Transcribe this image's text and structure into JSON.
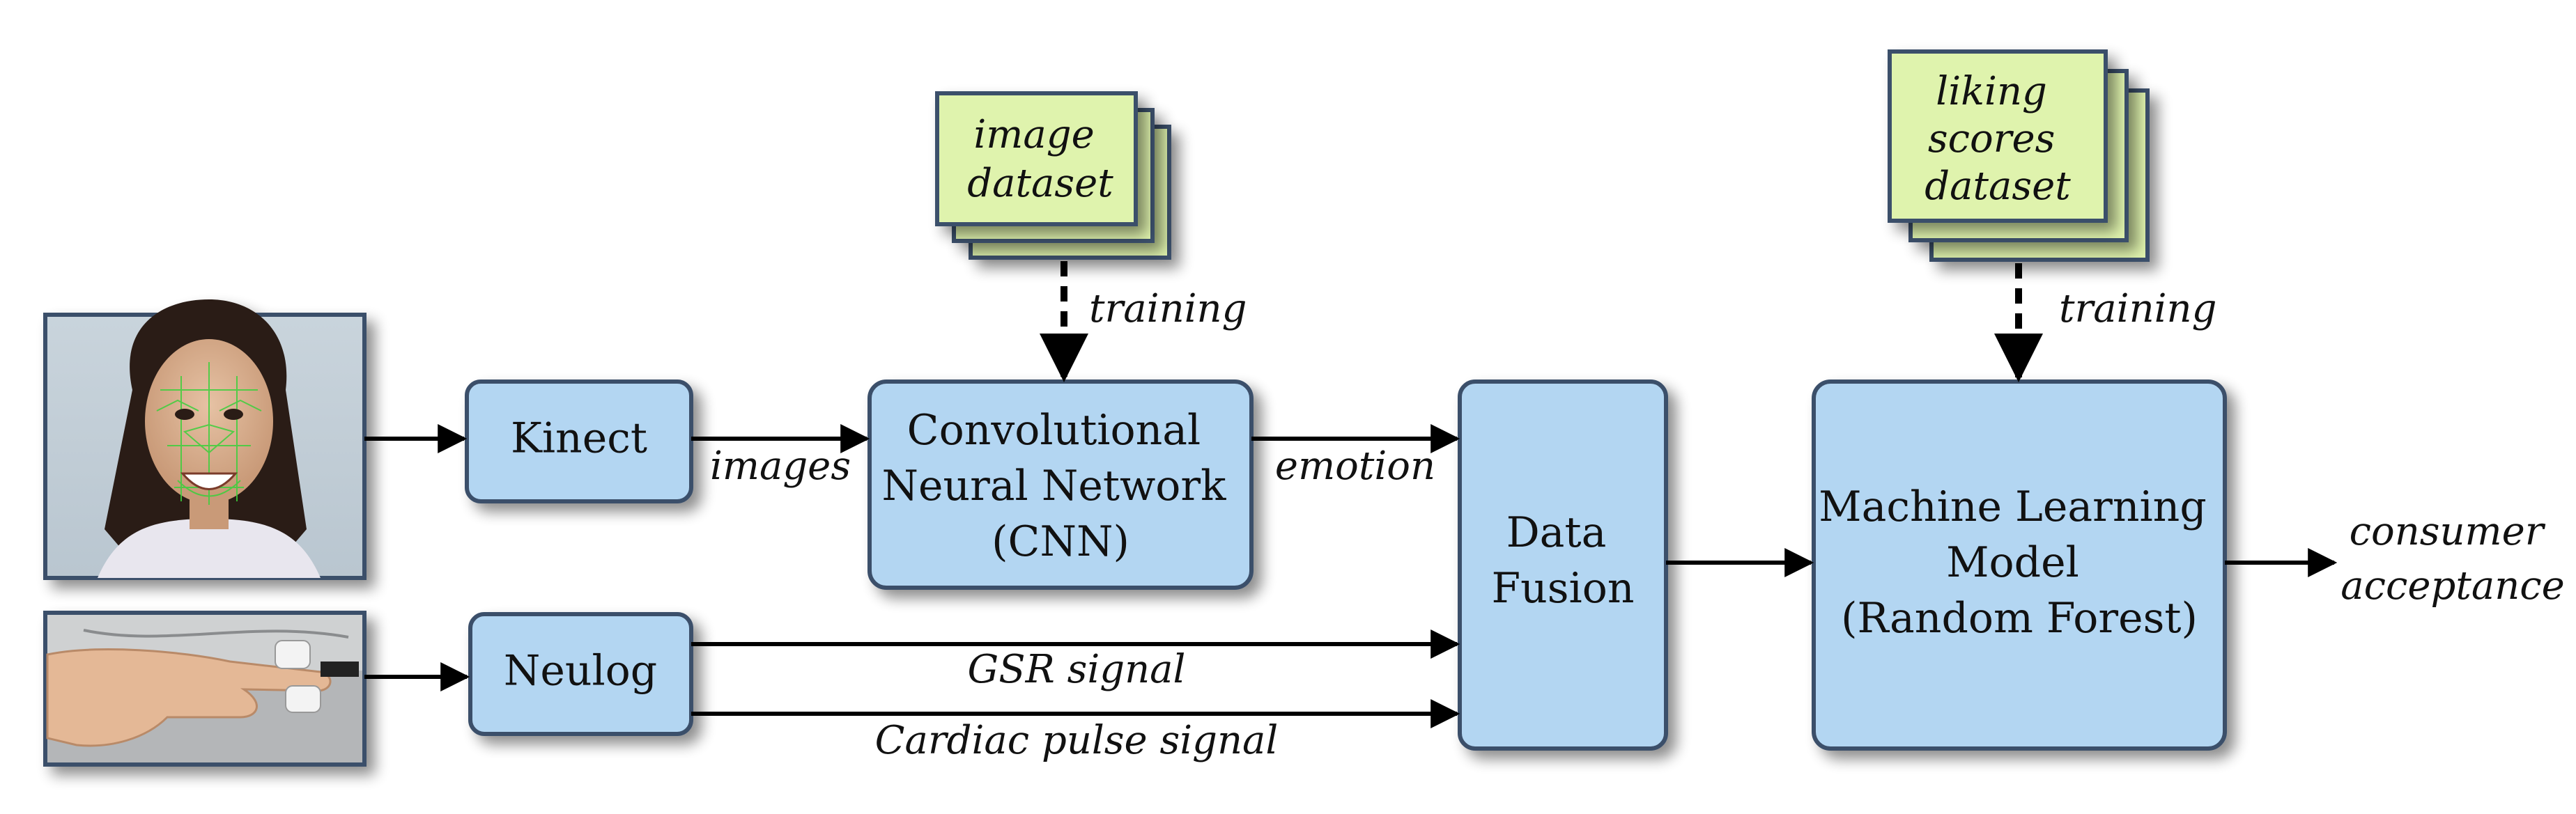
{
  "nodes": {
    "kinect": "Kinect",
    "neulog": "Neulog",
    "cnn": [
      "Convolutional",
      "Neural Network",
      "(CNN)"
    ],
    "data_fusion": [
      "Data",
      "Fusion"
    ],
    "ml_model": [
      "Machine Learning",
      "Model",
      "(Random Forest)"
    ]
  },
  "datasets": {
    "image": [
      "image",
      "dataset"
    ],
    "liking": [
      "liking",
      "scores",
      "dataset"
    ]
  },
  "edges": {
    "images": "images",
    "emotion": "emotion",
    "gsr": "GSR signal",
    "cardiac": "Cardiac pulse signal",
    "training_cnn": "training",
    "training_ml": "training"
  },
  "output": [
    "consumer",
    "acceptance"
  ],
  "colors": {
    "box_fill": "#b3d6f2",
    "box_stroke": "#3a4f6a",
    "dataset_fill": "#dff3ad",
    "dataset_stroke": "#3a4f6a",
    "arrow": "#000000"
  },
  "photos": {
    "face": "face-photo",
    "hand": "hand-sensor-photo"
  }
}
